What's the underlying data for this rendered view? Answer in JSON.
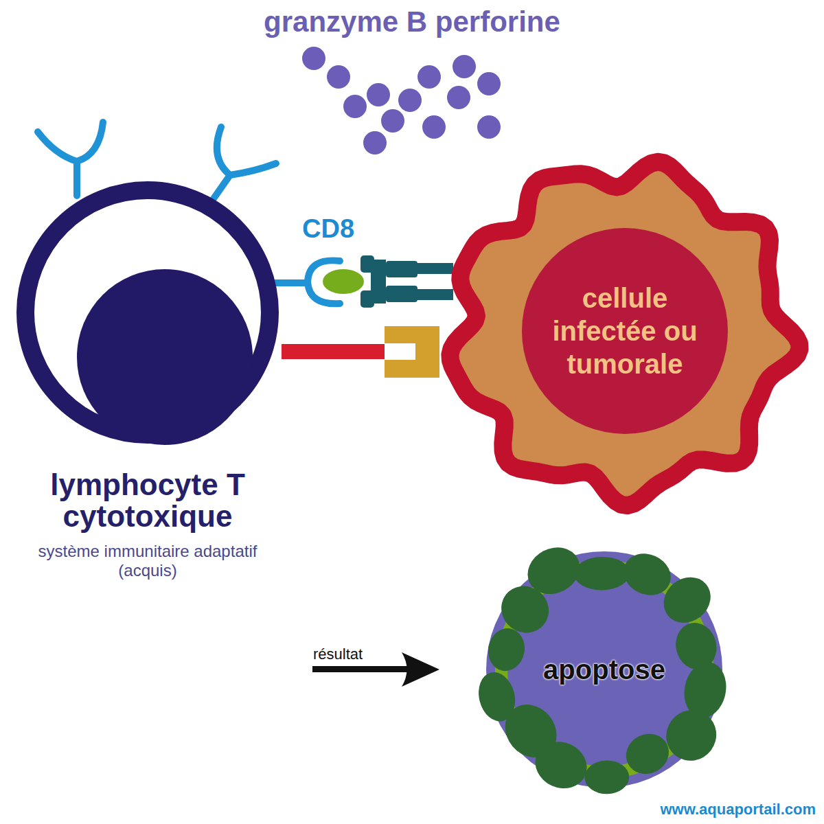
{
  "diagram": {
    "nodes": [
      {
        "text": [
          "lymphocyte T cytotoxique",
          "système immunitaire adaptatif (acquis)"
        ]
      },
      {
        "text": [
          "cellule infectée ou tumorale"
        ]
      },
      {
        "text": [
          "apoptose"
        ]
      }
    ],
    "edges": [
      {
        "from": 0,
        "to": 1,
        "arrow": "none"
      }
    ],
    "labels": [
      "granzyme B perforine",
      "CD8",
      "résultat",
      "www.aquaportail.com"
    ]
  }
}
